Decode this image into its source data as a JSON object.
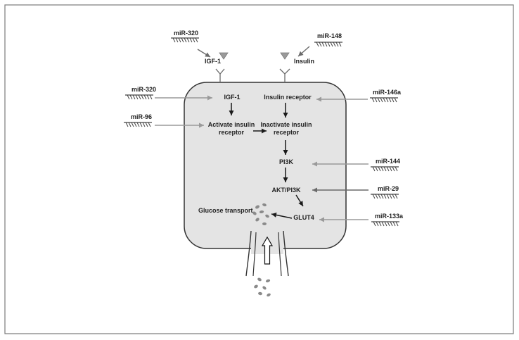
{
  "labels": {
    "mir320_top": "miR-320",
    "mir148": "miR-148",
    "igf1_ligand": "IGF-1",
    "insulin_ligand": "Insulin",
    "mir320_left": "miR-320",
    "mir96": "miR-96",
    "mir146a": "miR-146a",
    "mir144": "miR-144",
    "mir29": "miR-29",
    "mir133a": "miR-133a",
    "igf1_inner": "IGF-1",
    "insulin_receptor": "Insulin receptor",
    "activate_line1": "Activate insulin",
    "activate_line2": "receptor",
    "inactivate_line1": "Inactivate insulin",
    "inactivate_line2": "receptor",
    "pi3k": "PI3K",
    "akt_pi3k": "AKT/PI3K",
    "glut4": "GLUT4",
    "glucose_transport": "Glucose transport"
  },
  "colors": {
    "cell_fill": "#e4e4e4",
    "cell_stroke": "#333333",
    "border": "#7a7a7a",
    "ligand": "#9a9a9a",
    "arrow_dark": "#1a1a1a",
    "arrow_light": "#9a9a9a",
    "particle": "#8a8a8a"
  }
}
